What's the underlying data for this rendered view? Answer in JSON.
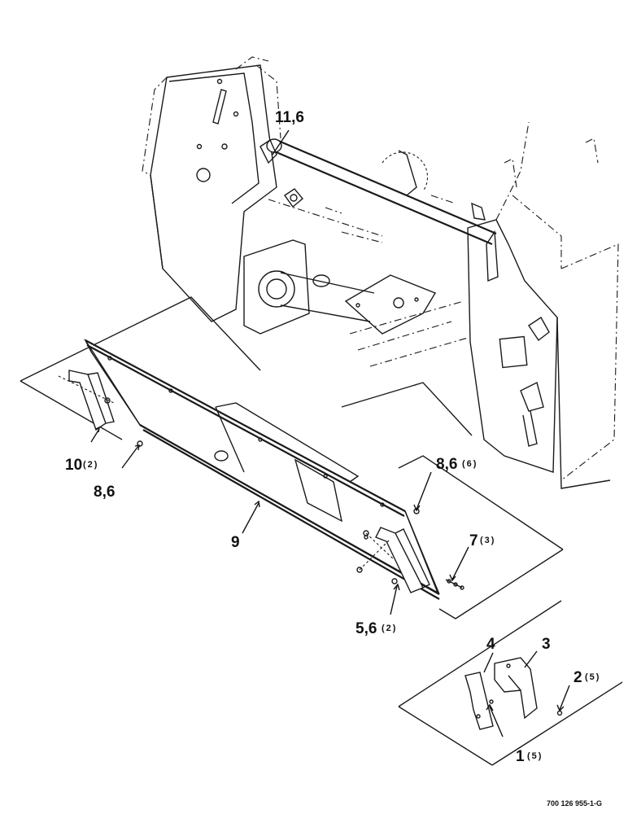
{
  "callouts": {
    "c11": "11,6",
    "c10": "10",
    "c10q": "(2)",
    "c86left": "8,6",
    "c9": "9",
    "c86right": "8,6",
    "c86rightq": "(6)",
    "c7": "7",
    "c7q": "(3)",
    "c56": "5,6",
    "c56q": "(2)",
    "c4": "4",
    "c3": "3",
    "c2": "2",
    "c2q": "(5)",
    "c1": "1",
    "c1q": "(5)"
  },
  "drawing_number": "700 126 955-1-G"
}
